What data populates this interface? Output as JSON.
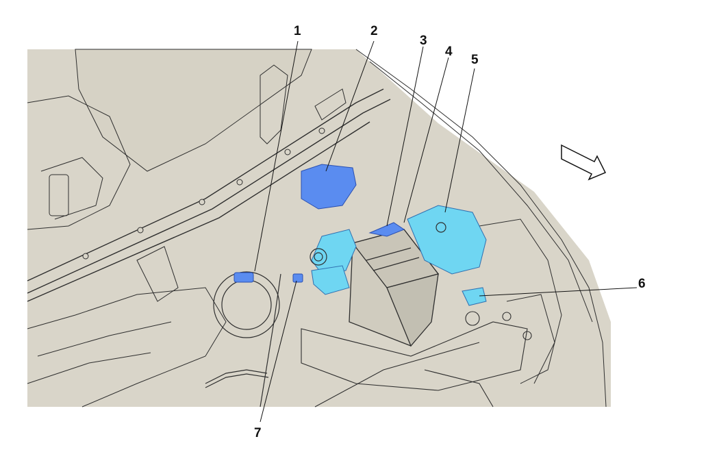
{
  "callouts": [
    {
      "id": "1",
      "label": "1"
    },
    {
      "id": "2",
      "label": "2"
    },
    {
      "id": "3",
      "label": "3"
    },
    {
      "id": "4",
      "label": "4"
    },
    {
      "id": "5",
      "label": "5"
    },
    {
      "id": "6",
      "label": "6"
    },
    {
      "id": "7",
      "label": "7"
    }
  ],
  "colors": {
    "illustration_bg": "#d9d5c9",
    "line_art": "#2e2e2e",
    "highlight_blue": "#5a8cf0",
    "highlight_cyan": "#6fd6f2",
    "text": "#111111"
  },
  "icons": {
    "direction_arrow": "forward-direction-arrow-icon"
  }
}
